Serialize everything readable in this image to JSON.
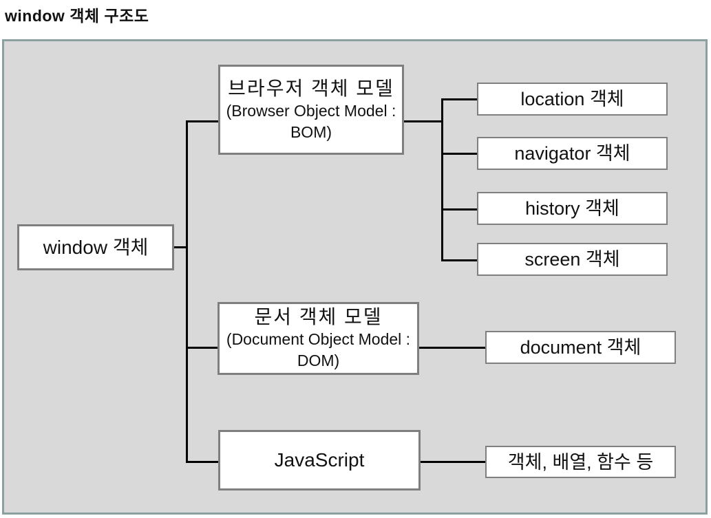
{
  "title": "window 객체 구조도",
  "root": {
    "label": "window 객체"
  },
  "bom": {
    "title_ko": "브라우저 객체 모델",
    "subtitle_line1": "(Browser Object Model :",
    "subtitle_line2": "BOM)",
    "children": [
      "location 객체",
      "navigator 객체",
      "history 객체",
      "screen 객체"
    ]
  },
  "dom": {
    "title_ko": "문서 객체 모델",
    "subtitle_line1": "(Document Object Model :",
    "subtitle_line2": "DOM)",
    "child": "document 객체"
  },
  "js": {
    "label": "JavaScript",
    "child": "객체, 배열, 함수 등"
  },
  "colors": {
    "panel_background": "#d9d9d9",
    "panel_border": "#8aa0a1",
    "box_border": "#7f7f7f",
    "box_background": "#ffffff",
    "connector_line": "#000000",
    "text": "#111111"
  }
}
